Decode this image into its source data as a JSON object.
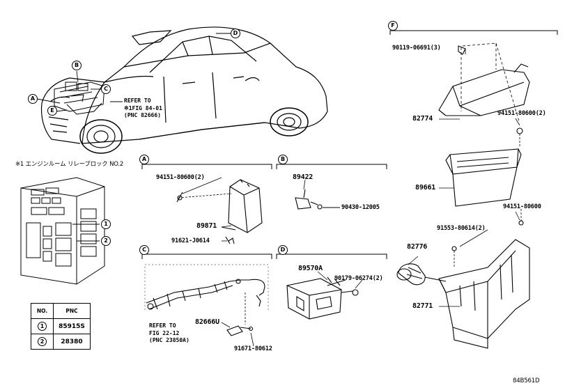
{
  "callouts": {
    "A": "A",
    "B": "B",
    "C": "C",
    "D": "D",
    "E": "E",
    "F": "F"
  },
  "car_refer": {
    "line1": "REFER TO",
    "line2": "FIG 84-01",
    "line3": "(PNC 82666)",
    "mark": "※1"
  },
  "relay_block_title": "※1 エンジンルーム リレーブロック NO.2",
  "relay_callouts": {
    "one": "1",
    "two": "2"
  },
  "pnc_table": {
    "headers": [
      "NO.",
      "PNC"
    ],
    "rows": [
      {
        "no": "1",
        "pnc": "85915S"
      },
      {
        "no": "2",
        "pnc": "28380"
      }
    ]
  },
  "section_A": {
    "tag": "A",
    "parts": {
      "bolt_top": "94151-80600(2)",
      "ecu": "89871",
      "bolt_bottom": "91621-J0614"
    }
  },
  "section_B": {
    "tag": "B",
    "parts": {
      "sensor": "89422",
      "gasket": "90430-12005"
    }
  },
  "section_C": {
    "tag": "C",
    "parts": {
      "wire": "82666U",
      "clamp": "91671-80612"
    },
    "refer": {
      "line1": "REFER TO",
      "line2": "FIG 22-12",
      "line3": "(PNC 23850A)"
    }
  },
  "section_D": {
    "tag": "D",
    "parts": {
      "module": "89570A",
      "bolt": "90179-06274(2)"
    }
  },
  "section_F": {
    "tag": "F",
    "parts": {
      "bolt_top": "90119-06691(3)",
      "cover": "82774",
      "nut_top": "94151-80600(2)",
      "bracket": "89661",
      "nut_mid": "94151-80600",
      "bolt_mid": "91553-80614(2)",
      "duct": "82776",
      "box": "82771"
    }
  },
  "diagram_code": "84B561D"
}
